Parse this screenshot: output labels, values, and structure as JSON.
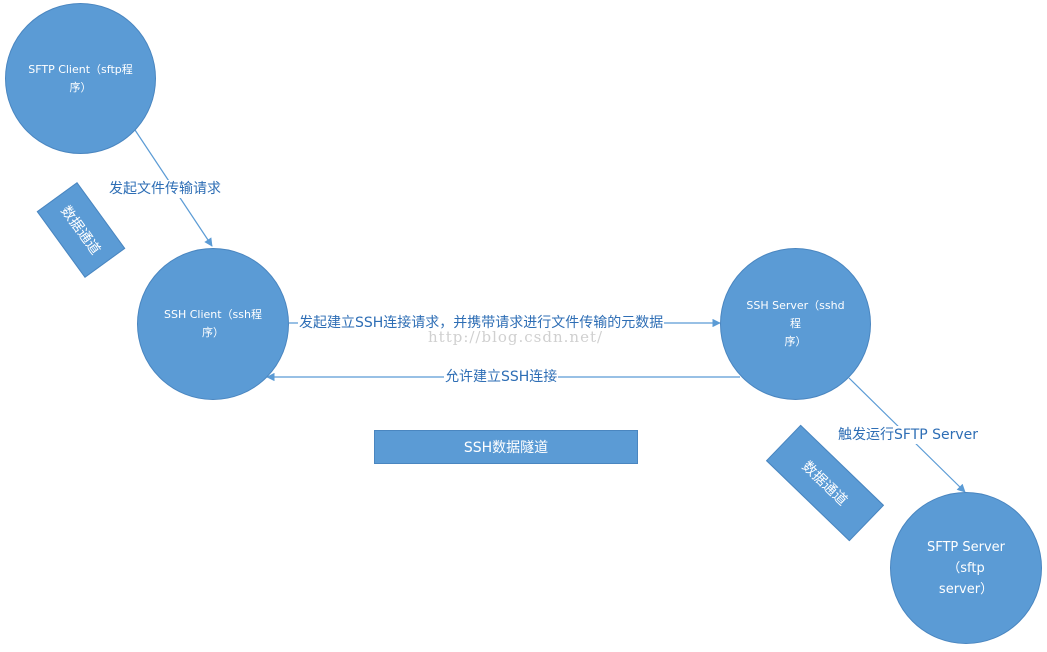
{
  "nodes": {
    "sftp_client": {
      "line1": "SFTP Client（sftp程",
      "line2": "序）"
    },
    "ssh_client": {
      "line1": "SSH Client（ssh程",
      "line2": "序）"
    },
    "ssh_server": {
      "line1": "SSH Server（sshd程",
      "line2": "序）"
    },
    "sftp_server": {
      "line1": "SFTP Server（sftp",
      "line2": "server）"
    }
  },
  "edges": {
    "file_request": "发起文件传输请求",
    "ssh_connect_request": "发起建立SSH连接请求，并携带请求进行文件传输的元数据",
    "allow_ssh": "允许建立SSH连接",
    "trigger_sftp": "触发运行SFTP Server"
  },
  "bands": {
    "left": "数据通道",
    "right": "数据通道",
    "tunnel": "SSH数据隧道"
  },
  "watermark": "http://blog.csdn.net/",
  "colors": {
    "node_fill": "#5b9bd5",
    "node_border": "#4a86c0",
    "edge_line": "#5b9bd5",
    "edge_label": "#2e6eb5",
    "watermark": "#d0d0d0"
  }
}
